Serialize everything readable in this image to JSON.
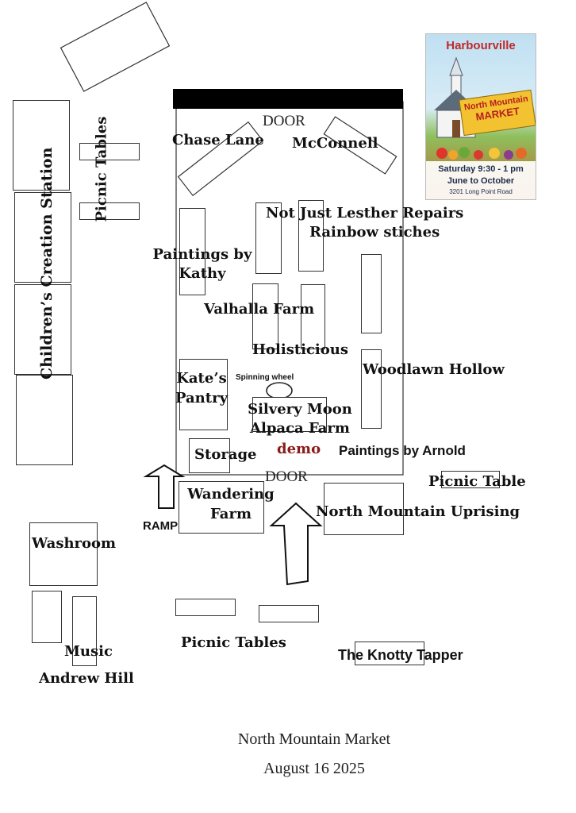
{
  "labels": {
    "door_top": "DOOR",
    "door_bottom": "DOOR",
    "chase_lane": "Chase Lane",
    "mcconnell": "McConnell",
    "picnic_tables_vertical": "Picnic Tables",
    "childrens_station": "Children’s Creation Station",
    "not_just_leather": "Not Just Lesther Repairs",
    "rainbow": "Rainbow stiches",
    "paintings_kathy_1": "Paintings by",
    "paintings_kathy_2": "Kathy",
    "valhalla": "Valhalla Farm",
    "holisticious": "Holisticious",
    "woodlawn": "Woodlawn Hollow",
    "kates_1": "Kate’s",
    "kates_2": "Pantry",
    "spinning_wheel": "Spinning wheel",
    "silvery_1": "Silvery Moon",
    "silvery_2": "Alpaca Farm",
    "demo": "demo",
    "paintings_arnold": "Paintings by Arnold",
    "storage": "Storage",
    "picnic_table_right": "Picnic Table",
    "wandering_1": "Wandering",
    "wandering_2": "Farm",
    "north_mountain_uprising": "North Mountain Uprising",
    "ramp": "RAMP",
    "washroom": "Washroom",
    "picnic_tables_bottom": "Picnic Tables",
    "knotty_tapper": "The Knotty Tapper",
    "music": "Music",
    "andrew_hill": "Andrew Hill"
  },
  "caption": {
    "title": "North Mountain Market",
    "date": "August 16 2025"
  },
  "poster": {
    "brand": "Harbourville",
    "banner_1": "North Mountain",
    "banner_2": "MARKET",
    "when": "Saturday 9:30 - 1 pm",
    "season": "June to October",
    "address": "3201 Long Point Road"
  },
  "colors": {
    "demo": "#8b1a1a",
    "poster_brand": "#c0292b",
    "poster_banner": "#f2c230"
  }
}
